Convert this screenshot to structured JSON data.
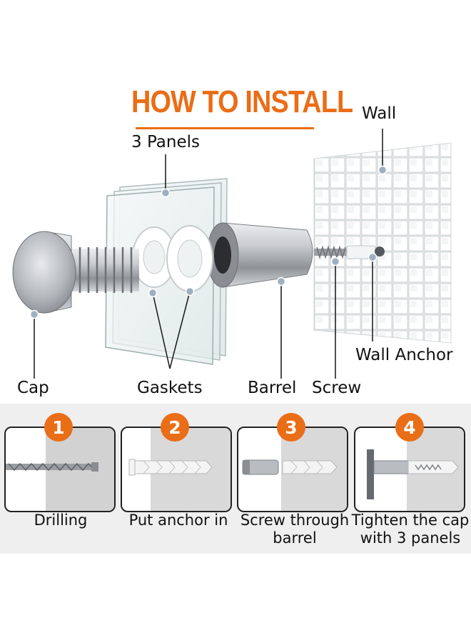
{
  "title": "HOW TO INSTALL",
  "labels": {
    "wall": "Wall",
    "panels": "3 Panels",
    "wall_anchor": "Wall Anchor",
    "cap": "Cap",
    "gaskets": "Gaskets",
    "barrel": "Barrel",
    "screw": "Screw"
  },
  "steps": [
    {
      "number": "1",
      "caption": "Drilling"
    },
    {
      "number": "2",
      "caption": "Put anchor in"
    },
    {
      "number": "3",
      "caption": "Screw through barrel"
    },
    {
      "number": "4",
      "caption": "Tighten the cap with 3 panels"
    }
  ],
  "colors": {
    "accent": "#ea6d17",
    "band": "#efefef",
    "metal": "#b8bcc2"
  }
}
